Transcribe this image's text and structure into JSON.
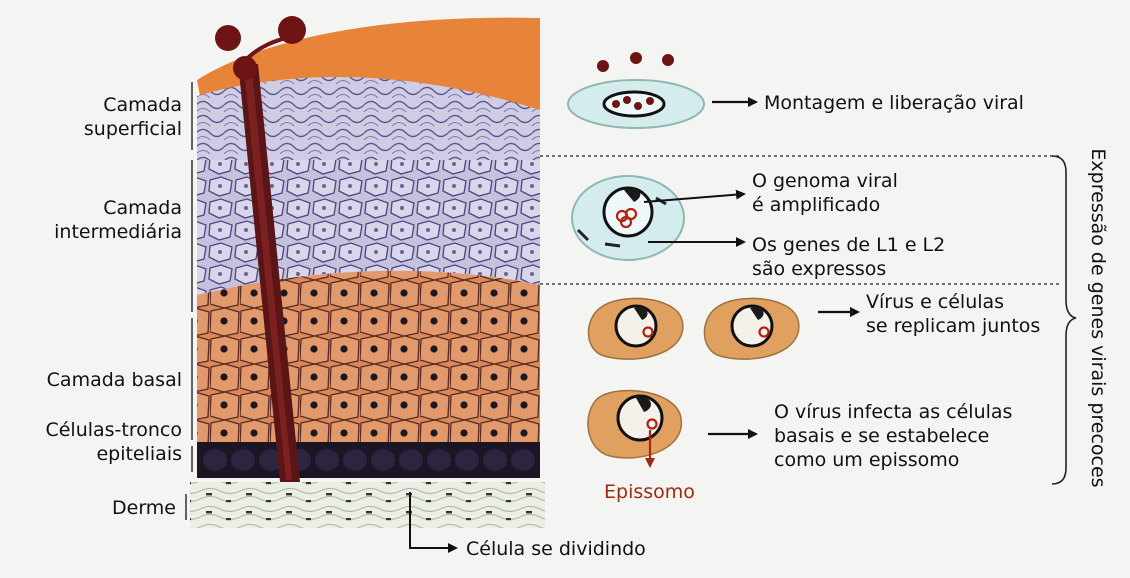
{
  "layers": {
    "superficial": "Camada\nsuperficial",
    "intermediate": "Camada\nintermediária",
    "basal": "Camada basal",
    "stem_cells": "Células-tronco\nepiteliais",
    "dermis": "Derme"
  },
  "stages": {
    "assembly": "Montagem e liberação viral",
    "genome_amplified": "O genoma viral\né amplificado",
    "l1_l2": "Os genes de L1 e L2\nsão expressos",
    "replicate": "Vírus e células\nse replicam juntos",
    "infects": "O vírus infecta as células\nbasais e se estabelece\ncomo um epissomo"
  },
  "episome_label": "Epissomo",
  "dividing_label": "Célula se dividindo",
  "early_genes_label": "Expressão de genes virais precoces",
  "colors": {
    "orange": "#e8833a",
    "basal_fill": "#dd8a5a",
    "purple": "#8f86b8",
    "dark_red": "#6e1414",
    "cell_orange": "#e0a060",
    "cell_blue": "#d4ecee"
  }
}
